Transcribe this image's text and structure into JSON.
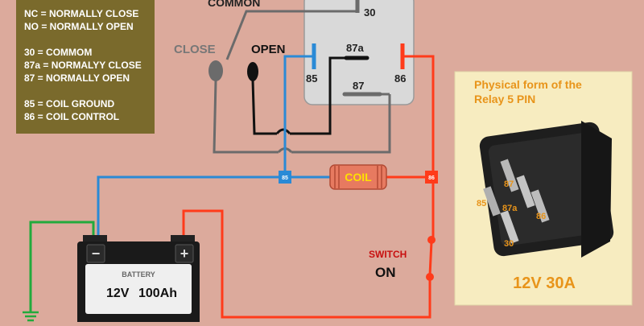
{
  "legend": {
    "lines": [
      "NC = NORMALLY CLOSE",
      "NO = NORMALLY OPEN",
      "30 = COMMOM",
      "87a = NORMALYY CLOSE",
      "87 = NORMALLY OPEN",
      "85 = COIL GROUND",
      "86 = COIL CONTROL"
    ]
  },
  "labels": {
    "common": "COMMON",
    "close": "CLOSE",
    "open": "OPEN",
    "coil": "COIL",
    "switch": "SWITCH",
    "switch_state": "ON"
  },
  "relay_pins": {
    "p30": "30",
    "p87a": "87a",
    "p87": "87",
    "p85": "85",
    "p86": "86",
    "junction85": "85",
    "junction86": "86"
  },
  "battery": {
    "label": "BATTERY",
    "voltage": "12V",
    "capacity": "100Ah",
    "neg": "−",
    "pos": "+"
  },
  "physical": {
    "title_line1": "Physical form of the",
    "title_line2": "Relay 5 PIN",
    "pins": [
      "87",
      "85",
      "87a",
      "86",
      "30"
    ],
    "rating": "12V 30A"
  },
  "colors": {
    "background": "#dcaa9c",
    "legend_bg": "#7a6a2c",
    "wire_blue": "#2a8ad6",
    "wire_red": "#ff3b1a",
    "wire_green": "#22aa3c",
    "wire_gray": "#6b6b6b",
    "wire_black": "#111111",
    "panel_bg": "#f7ecc0",
    "panel_text": "#e8941a"
  }
}
